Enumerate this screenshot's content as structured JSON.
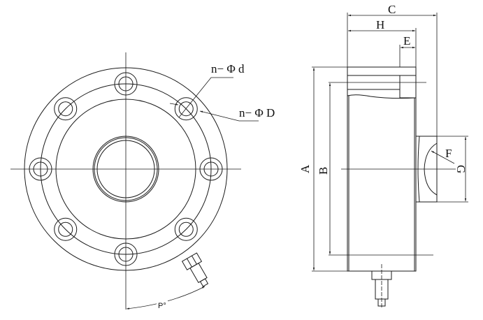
{
  "front_view": {
    "label_small_hole": "n− Φ d",
    "label_counterbore": "n− Φ D",
    "label_angle": "P°",
    "bolt_hole_count": 8
  },
  "side_view": {
    "dim_C": "C",
    "dim_H": "H",
    "dim_E": "E",
    "dim_A": "A",
    "dim_B": "B",
    "dim_F": "F",
    "dim_G": "G"
  },
  "colors": {
    "line": "#1a1a1a",
    "background": "#ffffff"
  }
}
